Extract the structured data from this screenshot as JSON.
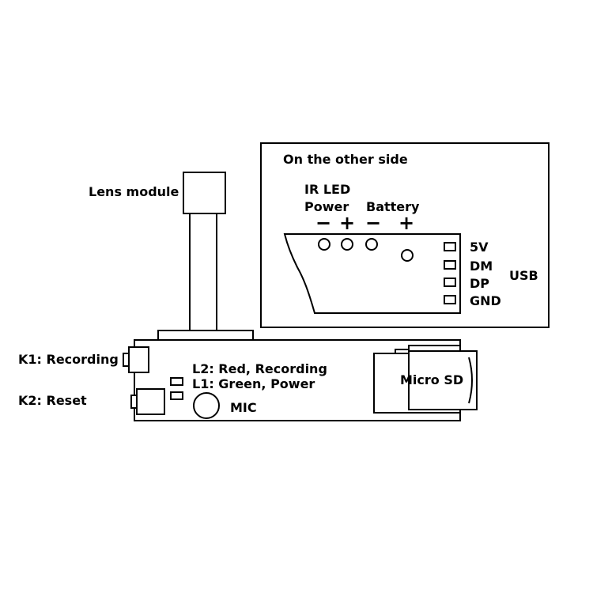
{
  "colors": {
    "line": "#000000",
    "background": "#ffffff"
  },
  "lens": {
    "label": "Lens module"
  },
  "other_side": {
    "title": "On the other side",
    "ir_led_label_1": "IR LED",
    "ir_led_label_2": "Power",
    "battery_label": "Battery",
    "minus_symbol": "−",
    "plus_symbol": "+",
    "usb_label": "USB",
    "pins": [
      "5V",
      "DM",
      "DP",
      "GND"
    ]
  },
  "board": {
    "k1_label": "K1: Recording",
    "k2_label": "K2: Reset",
    "l2_label": "L2: Red, Recording",
    "l1_label": "L1: Green, Power",
    "mic_label": "MIC",
    "sd_label": "Micro SD"
  }
}
